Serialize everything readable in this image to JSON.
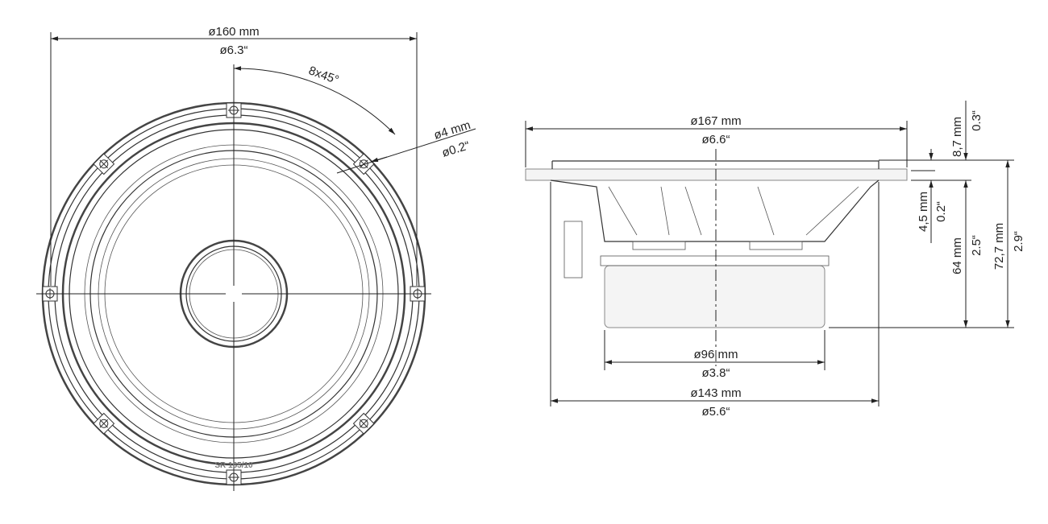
{
  "front_view": {
    "outer_diameter_mm": "ø160 mm",
    "outer_diameter_in": "ø6.3“",
    "hole_pattern": "8x45°",
    "hole_diameter_mm": "ø4 mm",
    "hole_diameter_in": "ø0.2“",
    "model_label": "SR 165/10"
  },
  "side_view": {
    "frame_diameter_mm": "ø167 mm",
    "frame_diameter_in": "ø6.6“",
    "magnet_diameter_mm": "ø96 mm",
    "magnet_diameter_in": "ø3.8“",
    "cutout_diameter_mm": "ø143 mm",
    "cutout_diameter_in": "ø5.6“",
    "top_height_mm": "8,7 mm",
    "top_height_in": "0.3“",
    "flange_thickness_mm": "4,5 mm",
    "flange_thickness_in": "0.2“",
    "mount_depth_mm": "64 mm",
    "mount_depth_in": "2.5“",
    "total_depth_mm": "72,7 mm",
    "total_depth_in": "2.9“"
  }
}
